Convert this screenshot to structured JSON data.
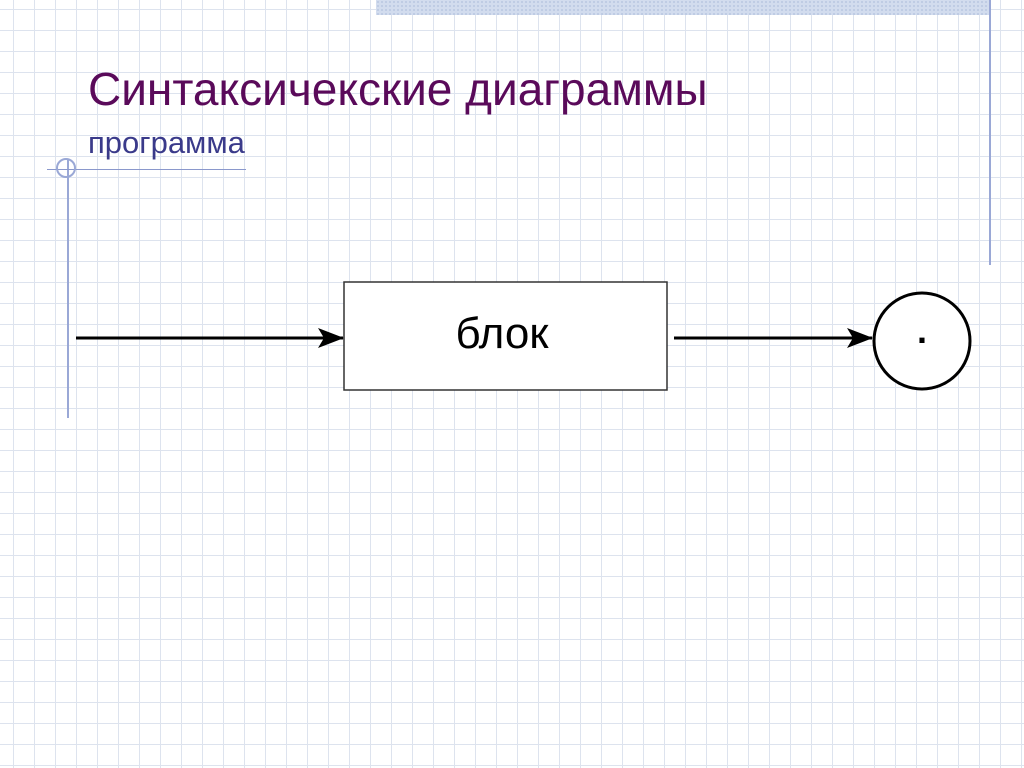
{
  "slide": {
    "title": "Синтаксичекские диаграммы",
    "subtitle": "программа"
  },
  "diagram": {
    "block_label": "блок",
    "terminal_label": "."
  },
  "colors": {
    "title": "#5a0a5a",
    "subtitle": "#3a3a8a",
    "grid": "#dde3ee",
    "rule": "#9aa8d6"
  }
}
